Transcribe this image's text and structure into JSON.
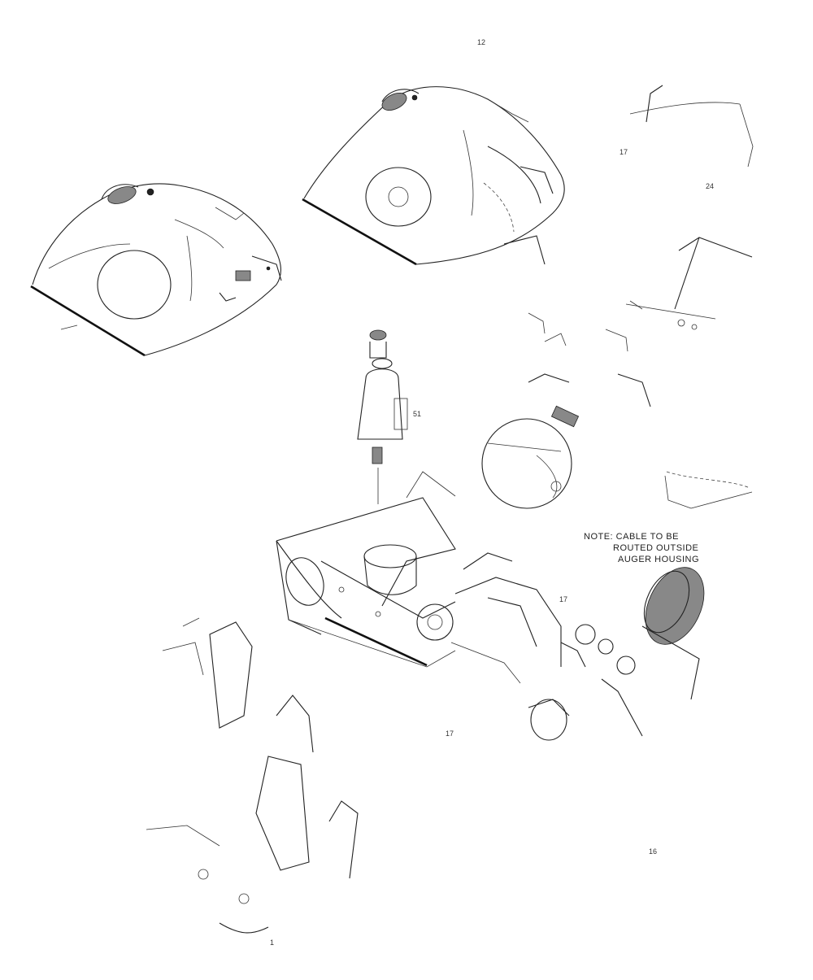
{
  "diagram": {
    "note_lines": [
      "NOTE: CABLE TO BE",
      "ROUTED OUTSIDE",
      "AUGER HOUSING"
    ],
    "view_labels": {
      "left_view": "",
      "top_view": ""
    },
    "callouts": [
      {
        "id": "c1",
        "text": "12"
      },
      {
        "id": "c2",
        "text": "17"
      },
      {
        "id": "c3",
        "text": "17"
      },
      {
        "id": "c4",
        "text": "17"
      },
      {
        "id": "c5",
        "text": "51"
      },
      {
        "id": "c6",
        "text": "16"
      },
      {
        "id": "c7",
        "text": "24"
      },
      {
        "id": "c8",
        "text": "1"
      }
    ],
    "colors": {
      "line": "#222222",
      "background": "#ffffff"
    }
  }
}
